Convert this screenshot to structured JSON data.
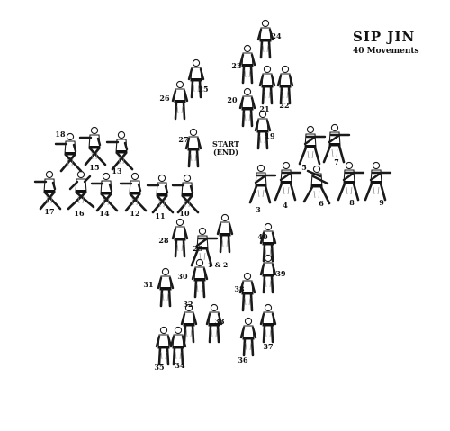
{
  "header": {
    "title": "SIP JIN",
    "subtitle": "40 Movements"
  },
  "start": {
    "line1": "START",
    "line2": "(END)"
  },
  "figure_color": "#1a1a1a",
  "belt_color": "#111111",
  "number_color": "#111111",
  "movement_numbers": [
    "1 & 2",
    "3",
    "4",
    "5",
    "6",
    "7",
    "8",
    "9",
    "10",
    "11",
    "12",
    "13",
    "14",
    "15",
    "16",
    "17",
    "18",
    "19",
    "20",
    "21",
    "22",
    "23",
    "24",
    "25",
    "26",
    "27",
    "28",
    "29",
    "30",
    "31",
    "32",
    "33",
    "34",
    "35",
    "36",
    "37",
    "38",
    "39",
    "40"
  ]
}
